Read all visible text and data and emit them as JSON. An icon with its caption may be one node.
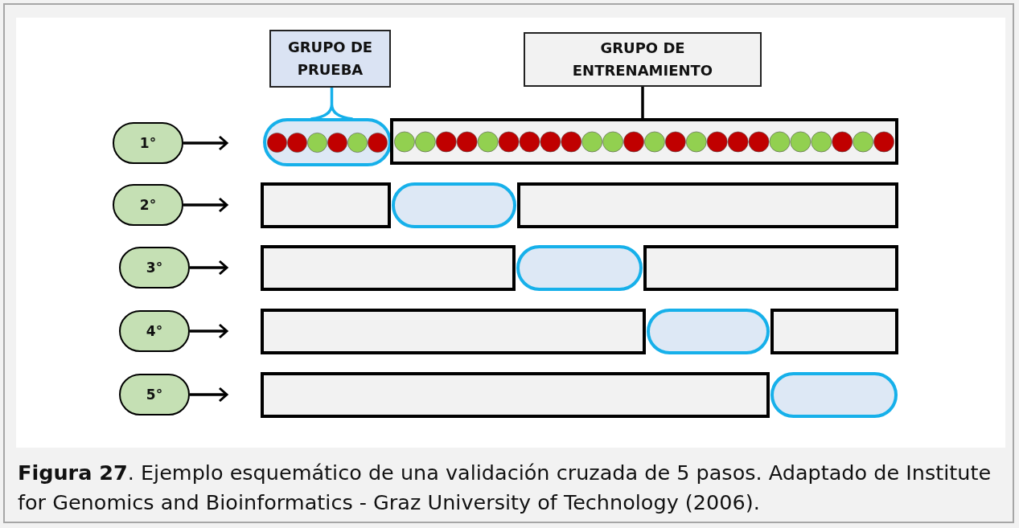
{
  "diagram": {
    "caption": "**Figura 27**. Ejemplo esquemático de una validación cruzada de 5 pasos. Adaptado de Institute for Genomics and Bioinformatics - Graz University of Technology (2006).",
    "nodes": [
      {
        "text": [
          "GRUPO DE PRUEBA"
        ]
      },
      {
        "text": [
          "GRUPO DE ENTRENAMIENTO"
        ]
      },
      {
        "text": [
          "1°"
        ]
      },
      {
        "text": [],
        "shape": "capsule"
      },
      {
        "text": [],
        "shape": "box"
      },
      {
        "text": [
          "2°"
        ]
      },
      {
        "text": [],
        "shape": "box"
      },
      {
        "text": [],
        "shape": "capsule"
      },
      {
        "text": [],
        "shape": "box"
      },
      {
        "text": [
          "3°"
        ]
      },
      {
        "text": [],
        "shape": "box"
      },
      {
        "text": [],
        "shape": "capsule"
      },
      {
        "text": [],
        "shape": "box"
      },
      {
        "text": [
          "4°"
        ]
      },
      {
        "text": [],
        "shape": "box"
      },
      {
        "text": [],
        "shape": "capsule"
      },
      {
        "text": [],
        "shape": "box"
      },
      {
        "text": [
          "5°"
        ]
      },
      {
        "text": [],
        "shape": "box"
      },
      {
        "text": [],
        "shape": "capsule"
      }
    ],
    "edges": [
      {
        "from": 0,
        "to": 3,
        "arrow": "none",
        "color": "#16b0ea"
      },
      {
        "from": 1,
        "to": 4,
        "arrow": "none"
      },
      {
        "from": 2,
        "to": null,
        "arrow": "to"
      },
      {
        "from": 5,
        "to": null,
        "arrow": "to"
      },
      {
        "from": 9,
        "to": null,
        "arrow": "to"
      },
      {
        "from": 13,
        "to": null,
        "arrow": "to"
      },
      {
        "from": 17,
        "to": null,
        "arrow": "to"
      }
    ]
  }
}
